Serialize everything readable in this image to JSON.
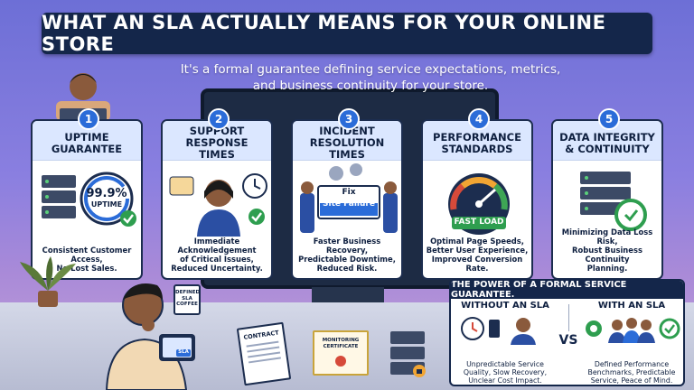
{
  "title": "WHAT AN SLA ACTUALLY MEANS FOR YOUR ONLINE STORE",
  "subtitle_line1": "It's a formal guarantee defining service expectations, metrics,",
  "subtitle_line2": "and business continuity for your store.",
  "cards": [
    {
      "number": "1",
      "title": "UPTIME GUARANTEE",
      "desc_line1": "Consistent Customer Access,",
      "desc_line2": "No Lost Sales.",
      "desc_line3": "",
      "badge_value": "99.9%",
      "badge_label": "UPTIME"
    },
    {
      "number": "2",
      "title": "SUPPORT RESPONSE TIMES",
      "desc_line1": "Immediate Acknowledgement",
      "desc_line2": "of Critical Issues,",
      "desc_line3": "Reduced Uncertainty."
    },
    {
      "number": "3",
      "title": "INCIDENT RESOLUTION TIMES",
      "desc_line1": "Faster Business Recovery,",
      "desc_line2": "Predictable Downtime,",
      "desc_line3": "Reduced Risk.",
      "sign_line1": "Fix",
      "sign_line2": "Site Failure"
    },
    {
      "number": "4",
      "title": "PERFORMANCE STANDARDS",
      "desc_line1": "Optimal Page Speeds,",
      "desc_line2": "Better User Experience,",
      "desc_line3": "Improved Conversion Rate.",
      "gauge_label": "FAST LOAD"
    },
    {
      "number": "5",
      "title": "DATA INTEGRITY & CONTINUITY",
      "desc_line1": "Minimizing Data Loss Risk,",
      "desc_line2": "Robust Business Continuity",
      "desc_line3": "Planning."
    }
  ],
  "mug_label_1": "DEFINED",
  "mug_label_2": "SLA",
  "mug_label_3": "COFFEE",
  "tablet_label": "SLA",
  "contract_label": "CONTRACT",
  "certificate_label_1": "MONITORING",
  "certificate_label_2": "CERTIFICATE",
  "comparison": {
    "title": "THE POWER OF A FORMAL SERVICE GUARANTEE.",
    "without_heading": "WITHOUT AN SLA",
    "without_line1": "Unpredictable Service",
    "without_line2": "Quality, Slow Recovery,",
    "without_line3": "Unclear Cost Impact.",
    "vs": "VS",
    "with_heading": "WITH AN SLA",
    "with_line1": "Defined Performance",
    "with_line2": "Benchmarks, Predictable",
    "with_line3": "Service, Peace of Mind."
  },
  "colors": {
    "navy": "#14264a",
    "accent_blue": "#2b6cd8",
    "green_check": "#2e9e4f",
    "gauge_red": "#d64a3a",
    "gauge_orange": "#f1a533",
    "gauge_green": "#3ea555"
  }
}
